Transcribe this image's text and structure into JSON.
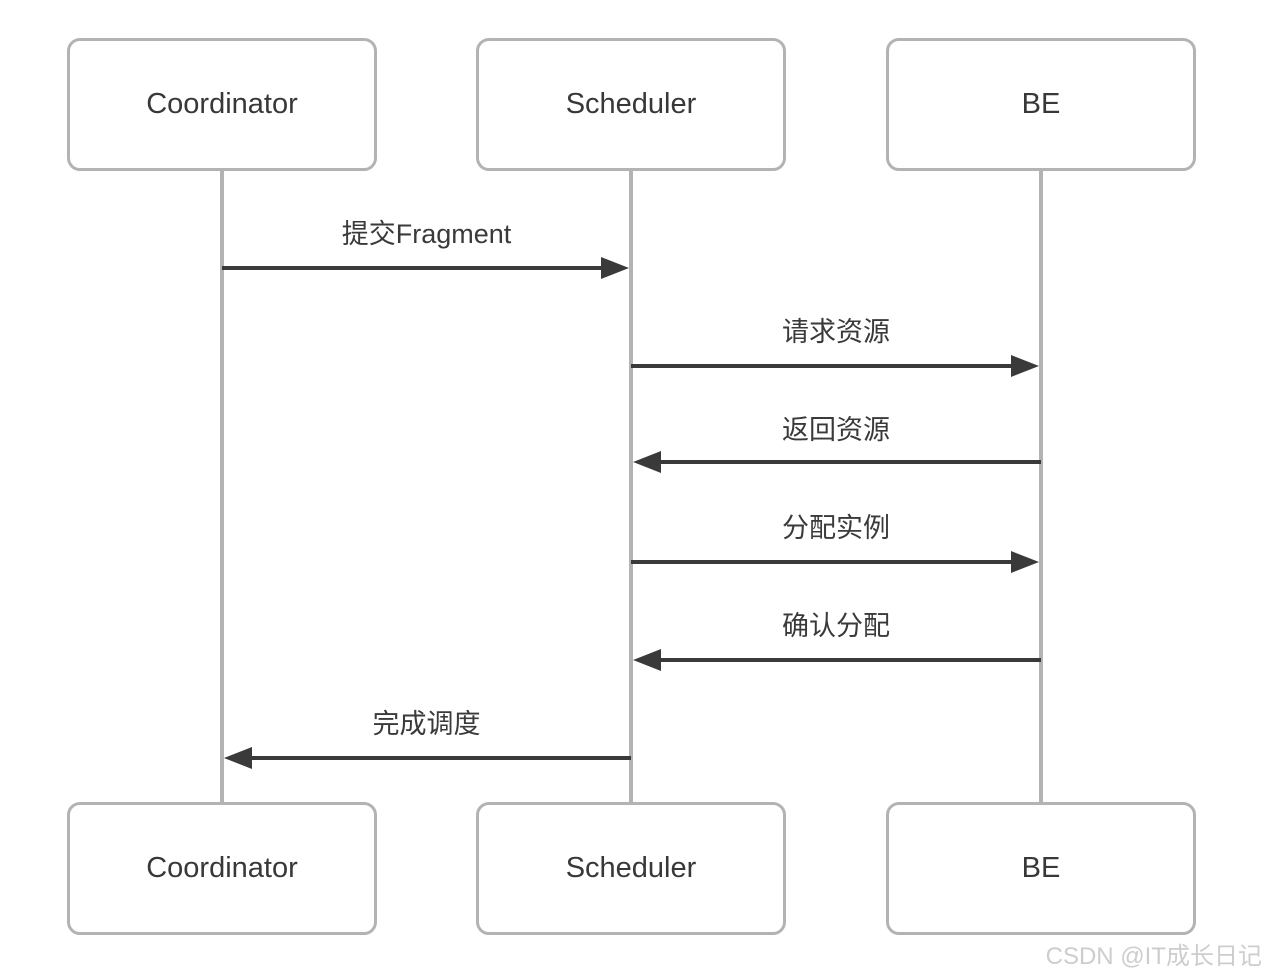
{
  "diagram": {
    "type": "sequence-diagram",
    "participants": [
      {
        "name": "Coordinator"
      },
      {
        "name": "Scheduler"
      },
      {
        "name": "BE"
      }
    ],
    "messages": [
      {
        "label": "提交Fragment",
        "from": "Coordinator",
        "to": "Scheduler",
        "direction": "right"
      },
      {
        "label": "请求资源",
        "from": "Scheduler",
        "to": "BE",
        "direction": "right"
      },
      {
        "label": "返回资源",
        "from": "BE",
        "to": "Scheduler",
        "direction": "left"
      },
      {
        "label": "分配实例",
        "from": "Scheduler",
        "to": "BE",
        "direction": "right"
      },
      {
        "label": "确认分配",
        "from": "BE",
        "to": "Scheduler",
        "direction": "left"
      },
      {
        "label": "完成调度",
        "from": "Scheduler",
        "to": "Coordinator",
        "direction": "left"
      }
    ]
  },
  "watermark": {
    "text": "CSDN @IT成长日记"
  },
  "colors": {
    "background": "#ffffff",
    "box_border": "#b3b3b3",
    "lifeline": "#b3b3b3",
    "arrow": "#3a3a3a",
    "text": "#383838",
    "watermark": "#cdcdcd"
  }
}
